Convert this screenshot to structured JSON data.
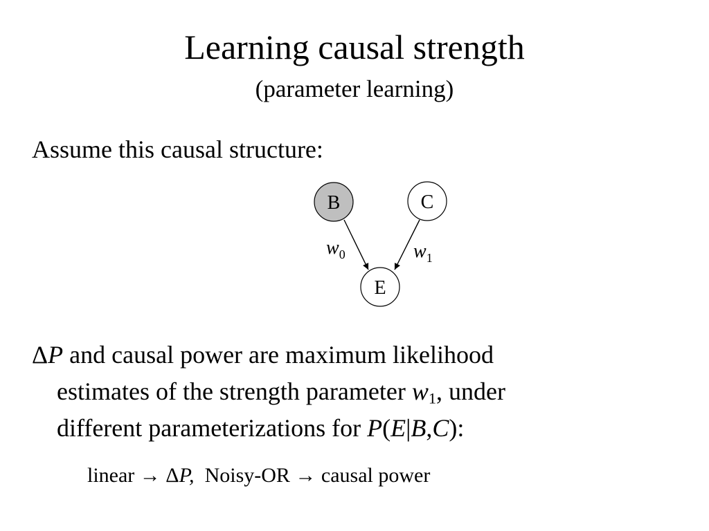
{
  "slide": {
    "title": "Learning causal strength",
    "subtitle": "(parameter learning)",
    "intro": "Assume this causal structure:"
  },
  "diagram": {
    "nodes": [
      {
        "id": "B",
        "label": "B",
        "fill": "#bfbfbf",
        "observed": true
      },
      {
        "id": "C",
        "label": "C",
        "fill": "#ffffff",
        "observed": false
      },
      {
        "id": "E",
        "label": "E",
        "fill": "#ffffff",
        "observed": false
      }
    ],
    "edges": [
      {
        "from": "B",
        "to": "E",
        "weight": "w",
        "weight_sub": "0"
      },
      {
        "from": "C",
        "to": "E",
        "weight": "w",
        "weight_sub": "1"
      }
    ]
  },
  "paragraph": {
    "delta": "Δ",
    "P": "P",
    "line1_rest": " and causal power are maximum likelihood",
    "line2_text": "estimates of the strength parameter ",
    "w": "w",
    "w_sub": "1",
    "line2_rest": ", under",
    "line3_text": "different parameterizations for ",
    "expr_P": "P",
    "expr_open": "(",
    "expr_E": "E",
    "expr_bar": "|",
    "expr_B": "B",
    "expr_comma": ",",
    "expr_C": "C",
    "expr_close": "):"
  },
  "conclusion": {
    "linear": "linear ",
    "arrow1": "→",
    "delta": " Δ",
    "P": "P,",
    "noisy_or": "  Noisy-OR ",
    "arrow2": "→",
    "causal_power": " causal power"
  }
}
